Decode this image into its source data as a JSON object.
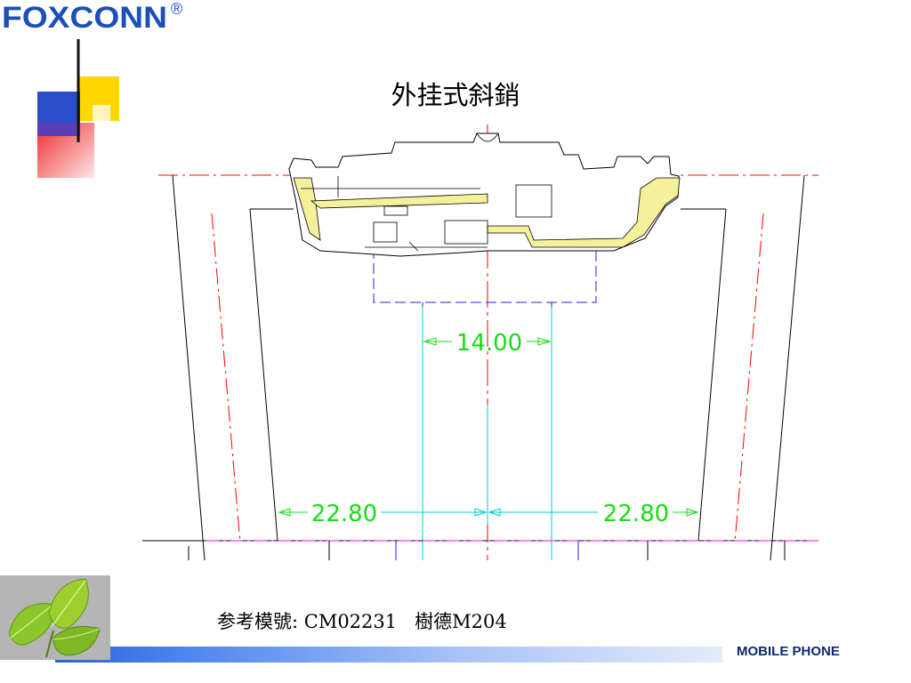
{
  "logo": {
    "text": "FOXCONN",
    "mark": "®"
  },
  "slide": {
    "title": "外挂式斜銷"
  },
  "drawing": {
    "dim_center": "14.00",
    "dim_left": "22.80",
    "dim_right": "22.80"
  },
  "footer": {
    "caption": "参考模號: CM02231   樹德M204",
    "brand": "MOBILE PHONE"
  },
  "colors": {
    "accent_blue": "#2a4fc9",
    "accent_yellow": "#ffd700",
    "accent_red": "#ee2b2b",
    "dim_green": "#19dc19",
    "centerline_red": "#ff0000",
    "part_yellow": "#f5f09a"
  }
}
